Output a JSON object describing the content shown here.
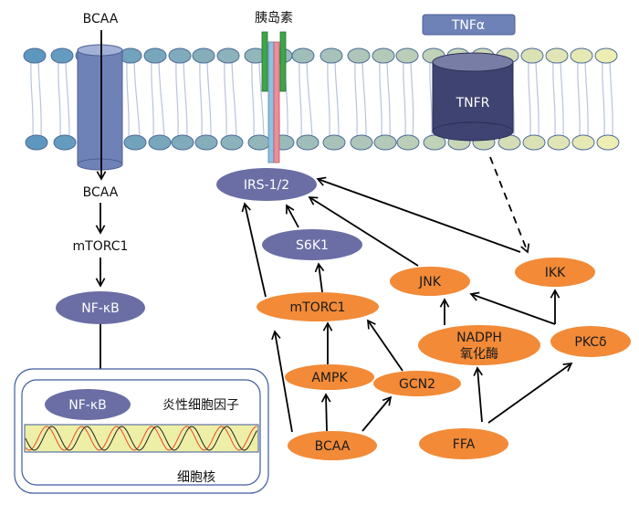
{
  "colors": {
    "orange": "#F28A37",
    "purple": "#6A6EA4",
    "tnfr": "#3F4371",
    "tnfr_top": "#787DA5",
    "channel": "#6F82B8",
    "channel_top": "#A3B1D9",
    "green": "#3DA64A",
    "lightblue": "#8EC1E2",
    "pink": "#EE8E98",
    "tnfa_box": "#6F82B8",
    "dna_band": "#EEEFA7",
    "dna_red": "#E8472A",
    "dna_black": "#222222",
    "nucleus_border": "#3D5A9E",
    "lipid_start": "#5E97BE",
    "lipid_end": "#EEEDB4"
  },
  "membrane": {
    "left_channel_label": "BCAA",
    "insulin_label": "胰岛素",
    "tnfa_label": "TNFα",
    "tnfr_label": "TNFR"
  },
  "left_pathway": {
    "bcaa_inside": "BCAA",
    "mtorc1": "mTORC1",
    "nfkb": "NF-κB"
  },
  "nucleus": {
    "nfkb": "NF-κB",
    "cytokines": "炎性细胞因子",
    "label": "细胞核"
  },
  "nodes": [
    {
      "id": "irs",
      "label": "IRS-1/2",
      "color": "purple"
    },
    {
      "id": "s6k1",
      "label": "S6K1",
      "color": "purple"
    },
    {
      "id": "mtorc1",
      "label": "mTORC1",
      "color": "orange"
    },
    {
      "id": "ampk",
      "label": "AMPK",
      "color": "orange"
    },
    {
      "id": "gcn2",
      "label": "GCN2",
      "color": "orange"
    },
    {
      "id": "bcaa",
      "label": "BCAA",
      "color": "orange"
    },
    {
      "id": "jnk",
      "label": "JNK",
      "color": "orange"
    },
    {
      "id": "ikk",
      "label": "IKK",
      "color": "orange"
    },
    {
      "id": "nadph",
      "label": "NADPH",
      "label2": "氧化酶",
      "color": "orange"
    },
    {
      "id": "pkcd",
      "label": "PKCδ",
      "color": "orange"
    },
    {
      "id": "ffa",
      "label": "FFA",
      "color": "orange"
    }
  ],
  "edges": [
    {
      "from": "s6k1",
      "to": "irs",
      "style": "solid"
    },
    {
      "from": "mtorc1",
      "to": "irs",
      "style": "solid"
    },
    {
      "from": "mtorc1",
      "to": "s6k1",
      "style": "solid"
    },
    {
      "from": "jnk",
      "to": "irs",
      "style": "solid"
    },
    {
      "from": "ikk",
      "to": "irs",
      "style": "solid"
    },
    {
      "from": "tnfr",
      "to": "ikk",
      "style": "dashed"
    },
    {
      "from": "ampk",
      "to": "mtorc1",
      "style": "solid"
    },
    {
      "from": "gcn2",
      "to": "mtorc1",
      "style": "solid"
    },
    {
      "from": "bcaa",
      "to": "mtorc1",
      "style": "solid"
    },
    {
      "from": "bcaa",
      "to": "ampk",
      "style": "solid"
    },
    {
      "from": "bcaa",
      "to": "gcn2",
      "style": "solid"
    },
    {
      "from": "nadph",
      "to": "jnk",
      "style": "solid"
    },
    {
      "from": "pkcd",
      "to": "jnk",
      "style": "solid"
    },
    {
      "from": "pkcd",
      "to": "ikk",
      "style": "solid"
    },
    {
      "from": "ffa",
      "to": "nadph",
      "style": "solid"
    },
    {
      "from": "ffa",
      "to": "pkcd",
      "style": "solid"
    }
  ]
}
